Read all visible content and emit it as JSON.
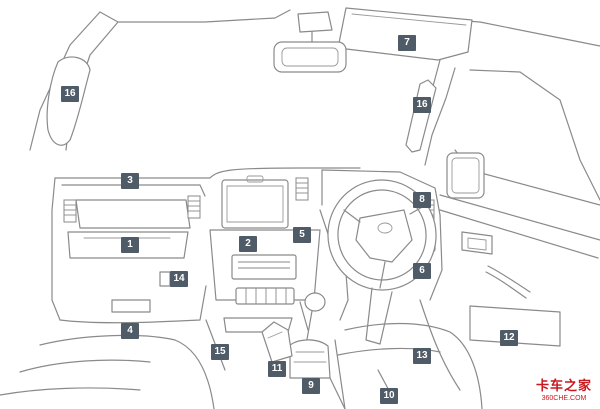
{
  "callouts": {
    "c1": "1",
    "c2": "2",
    "c3": "3",
    "c4": "4",
    "c5": "5",
    "c6": "6",
    "c7": "7",
    "c8": "8",
    "c9": "9",
    "c10": "10",
    "c11": "11",
    "c12": "12",
    "c13": "13",
    "c14": "14",
    "c15": "15",
    "c16_left": "16",
    "c16_right": "16"
  },
  "colors": {
    "badge_bg": "#4f5b66",
    "line": "#8a8a8a",
    "watermark": "#c9171e"
  },
  "watermark": {
    "main": "卡车之家",
    "sub": "360CHE.COM"
  }
}
